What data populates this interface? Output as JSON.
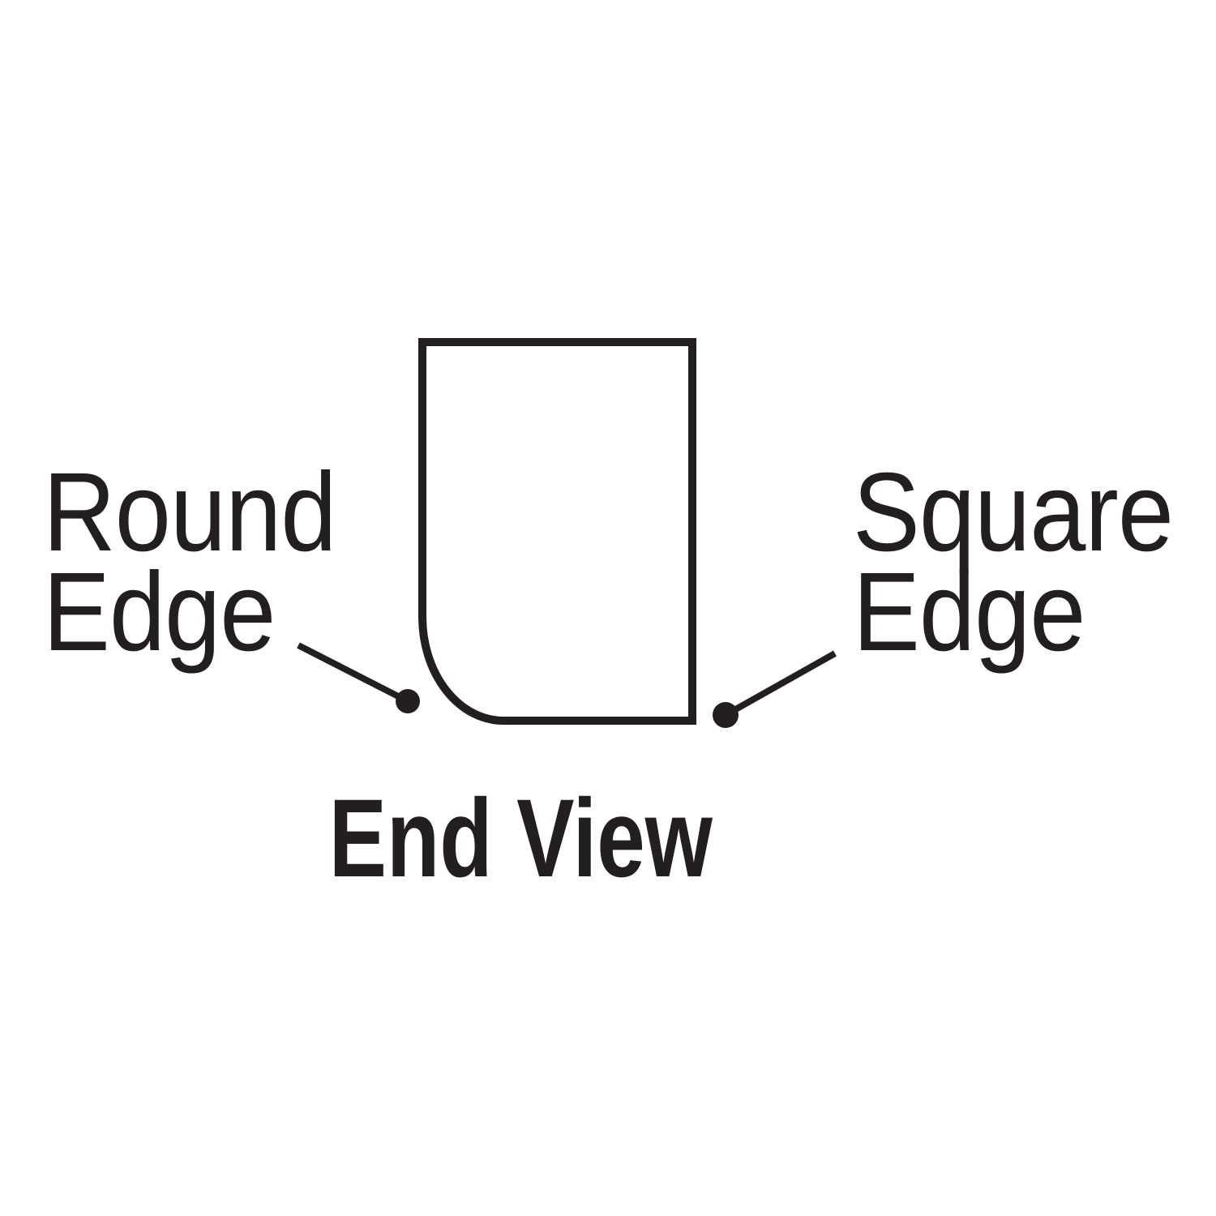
{
  "canvas": {
    "background_color": "#ffffff",
    "ink_color": "#231f20"
  },
  "diagram": {
    "title": "End View",
    "shape": "board-end-profile",
    "labels": {
      "round_edge": {
        "line1": "Round",
        "line2": "Edge"
      },
      "square_edge": {
        "line1": "Square",
        "line2": "Edge"
      }
    },
    "callouts": [
      {
        "name": "round-edge",
        "points_to": "bottom-left-rounded-corner"
      },
      {
        "name": "square-edge",
        "points_to": "bottom-right-square-corner"
      }
    ]
  }
}
